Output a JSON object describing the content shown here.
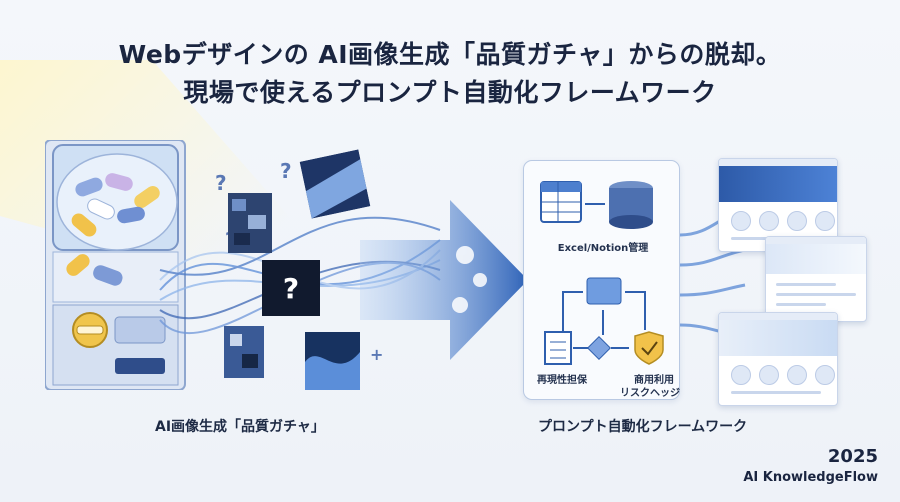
{
  "header": {
    "title_line1": "Webデザインの AI画像生成「品質ガチャ」からの脱却。",
    "title_line2": "現場で使えるプロンプト自動化フレームワーク"
  },
  "left": {
    "caption": "AI画像生成「品質ガチャ」"
  },
  "right": {
    "caption": "プロンプト自動化フレームワーク",
    "excel_label": "Excel/Notion管理",
    "repro_label": "再現性担保",
    "commercial_label": "商用利用",
    "risk_label": "リスクヘッジ"
  },
  "brand": {
    "year": "2025",
    "name": "AI KnowledgeFlow"
  },
  "colors": {
    "primary": "#2f5fae",
    "accent": "#4d8bd9",
    "gold": "#f1c24a"
  }
}
